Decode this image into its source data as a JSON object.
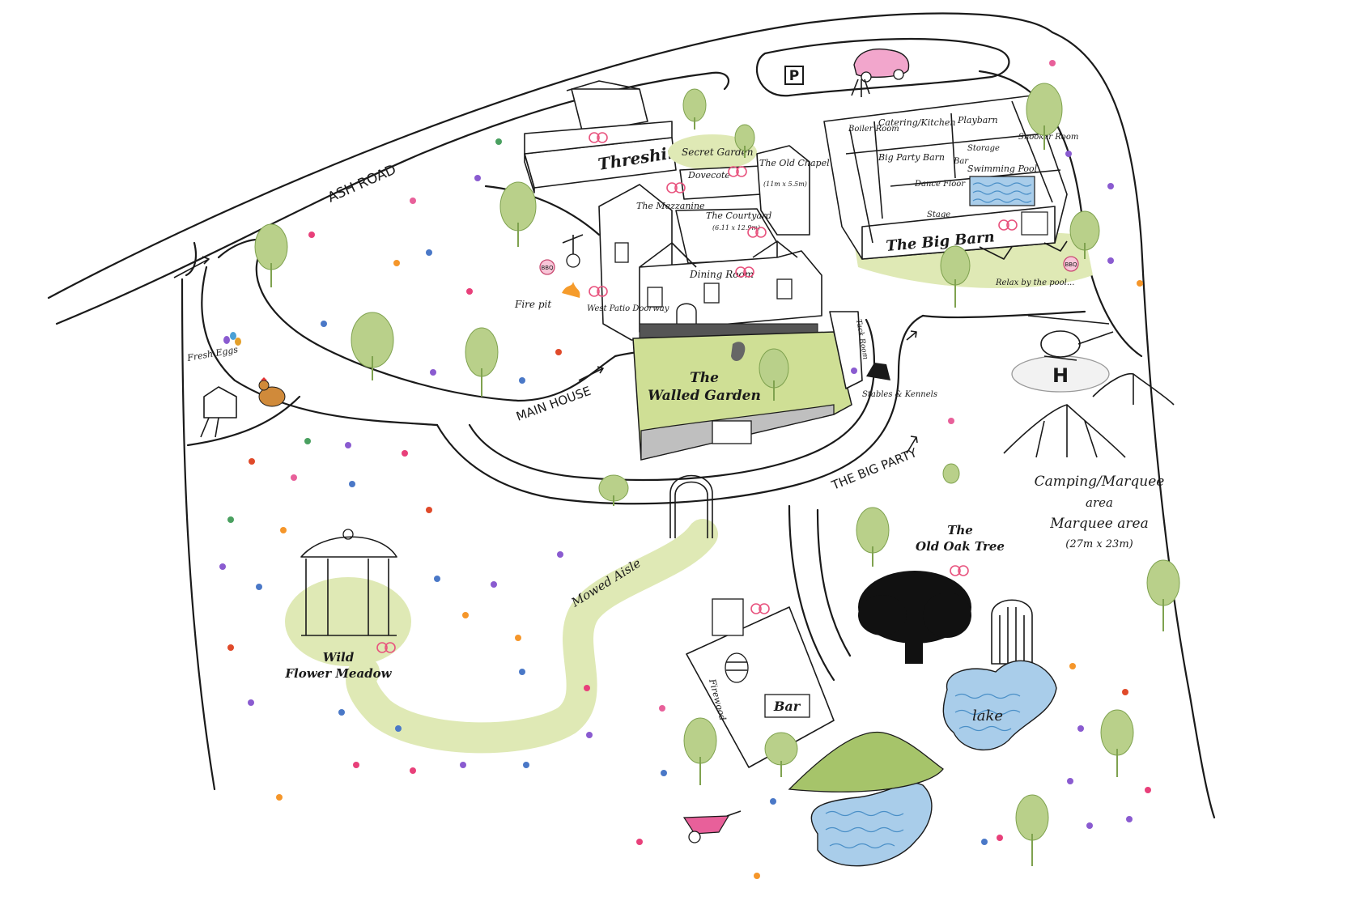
{
  "map": {
    "roads": {
      "ash_road": "ASH ROAD",
      "main_house": "MAIN HOUSE",
      "the_big_party": "THE BIG PARTY"
    },
    "places": {
      "threshing_barn": "Threshing Barn",
      "secret_garden": "Secret Garden",
      "dovecote": "Dovecote",
      "the_old_chapel": "The Old Chapel",
      "chapel_dims": "(11m x 5.5m)",
      "the_mezzanine": "The Mezzanine",
      "the_courtyard": "The Courtyard",
      "courtyard_dims": "(6.11 x 12.9m)",
      "dining_room": "Dining Room",
      "fire_pit": "Fire pit",
      "west_patio_doorway": "West Patio Doorway",
      "the_walled_garden": "The Walled Garden",
      "stables_kennels": "Stables & Kennels",
      "tack_room": "Tack Room",
      "fresh_eggs": "Fresh Eggs",
      "boiler_room": "Boiler Room",
      "catering_kitchen": "Catering/Kitchen",
      "playbarn": "Playbarn",
      "big_party_barn": "Big Party Barn",
      "bar_bigbarn": "Bar",
      "storage": "Storage",
      "snooker_room": "Snooker Room",
      "dance_floor": "Dance Floor",
      "swimming_pool": "Swimming Pool",
      "stage": "Stage",
      "the_big_barn": "The Big Barn",
      "relax_by_the_pool": "Relax by the pool...",
      "camping_marquee": "Camping/Marquee",
      "area": "area",
      "marquee_area": "Marquee area",
      "marquee_dims": "(27m x 23m)",
      "the_old_oak_tree": "The Old Oak Tree",
      "mowed_aisle": "Mowed Aisle",
      "wild_flower_meadow": "Wild Flower Meadow",
      "firewood": "Firewood",
      "bar": "Bar",
      "lake": "lake",
      "parking": "P",
      "bbq": "BBQ"
    },
    "colors": {
      "grass": "#dfe9b5",
      "garden": "#cfdf95",
      "water": "#a9cdea",
      "ring": "#e8537e",
      "car": "#f2a6cc",
      "tree": "#b9d08a"
    },
    "icons": [
      "parking-icon",
      "wedding-car-icon",
      "helicopter-icon",
      "helipad-icon",
      "bell-tent-icon",
      "gazebo-icon",
      "arch-icon",
      "oak-tree-icon",
      "birdcage-icon",
      "wheelbarrow-icon",
      "chicken-icon",
      "hen-house-icon",
      "wedding-rings-icon",
      "bbq-icon",
      "fire-pit-icon",
      "beehive-icon",
      "sun-lounger-icon"
    ]
  }
}
